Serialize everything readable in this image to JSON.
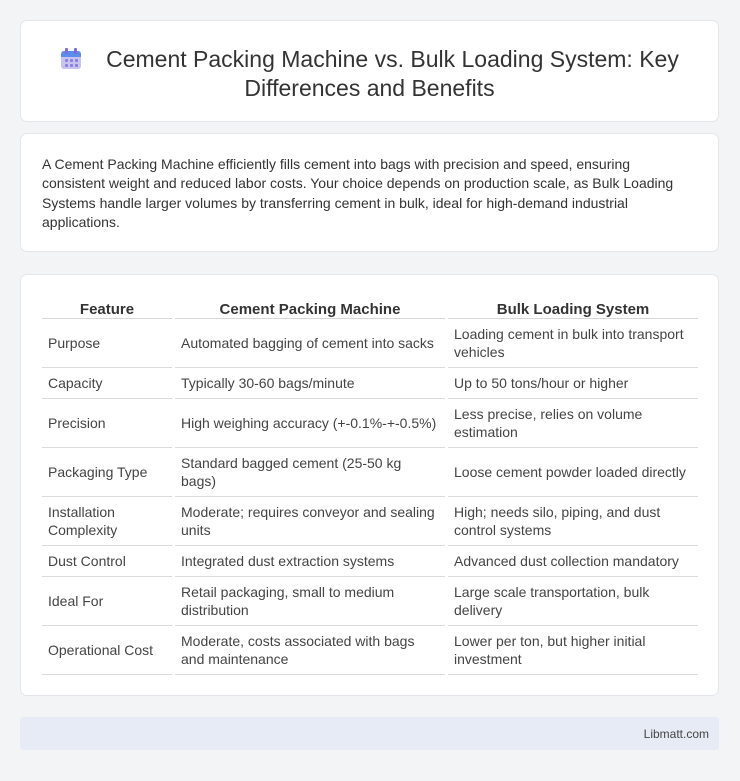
{
  "title": "Cement Packing Machine vs. Bulk Loading System: Key Differences and Benefits",
  "icon": "calendar-icon",
  "summary": "A Cement Packing Machine efficiently fills cement into bags with precision and speed, ensuring consistent weight and reduced labor costs. Your choice depends on production scale, as Bulk Loading Systems handle larger volumes by transferring cement in bulk, ideal for high-demand industrial applications.",
  "table": {
    "headers": [
      "Feature",
      "Cement Packing Machine",
      "Bulk Loading System"
    ],
    "rows": [
      [
        "Purpose",
        "Automated bagging of cement into sacks",
        "Loading cement in bulk into transport vehicles"
      ],
      [
        "Capacity",
        "Typically 30-60 bags/minute",
        "Up to 50 tons/hour or higher"
      ],
      [
        "Precision",
        "High weighing accuracy (+-0.1%-+-0.5%)",
        "Less precise, relies on volume estimation"
      ],
      [
        "Packaging Type",
        "Standard bagged cement (25-50 kg bags)",
        "Loose cement powder loaded directly"
      ],
      [
        "Installation Complexity",
        "Moderate; requires conveyor and sealing units",
        "High; needs silo, piping, and dust control systems"
      ],
      [
        "Dust Control",
        "Integrated dust extraction systems",
        "Advanced dust collection mandatory"
      ],
      [
        "Ideal For",
        "Retail packaging, small to medium distribution",
        "Large scale transportation, bulk delivery"
      ],
      [
        "Operational Cost",
        "Moderate, costs associated with bags and maintenance",
        "Lower per ton, but higher initial investment"
      ]
    ]
  },
  "footer": "Libmatt.com"
}
